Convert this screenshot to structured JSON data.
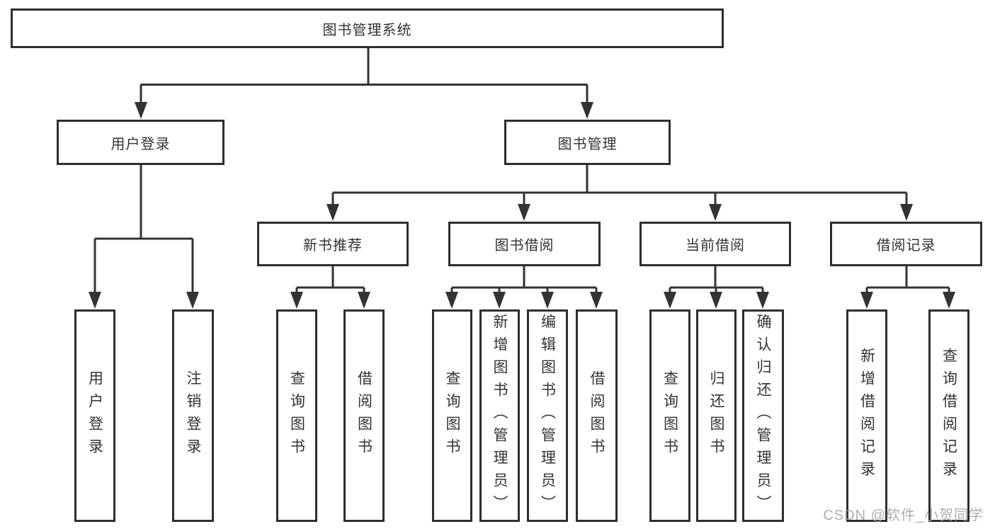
{
  "diagram": {
    "root": {
      "label": "图书管理系统"
    },
    "branches": [
      {
        "label": "用户登录",
        "children": [
          {
            "label": "用户登录"
          },
          {
            "label": "注销登录"
          }
        ]
      },
      {
        "label": "图书管理",
        "children": [
          {
            "label": "新书推荐",
            "children": [
              {
                "label": "查询图书"
              },
              {
                "label": "借阅图书"
              }
            ]
          },
          {
            "label": "图书借阅",
            "children": [
              {
                "label": "查询图书"
              },
              {
                "label": "新增图书（管理员）"
              },
              {
                "label": "编辑图书（管理员）"
              },
              {
                "label": "借阅图书"
              }
            ]
          },
          {
            "label": "当前借阅",
            "children": [
              {
                "label": "查询图书"
              },
              {
                "label": "归还图书"
              },
              {
                "label": "确认归还（管理员）"
              }
            ]
          },
          {
            "label": "借阅记录",
            "children": [
              {
                "label": "新增借阅记录"
              },
              {
                "label": "查询借阅记录"
              }
            ]
          }
        ]
      }
    ]
  },
  "watermark": {
    "text": "CSDN @软件_小贺同学"
  },
  "colors": {
    "line": "#333333",
    "box_border": "#2e2e2e",
    "text": "#333333",
    "watermark": "#a0a0a0",
    "background": "#ffffff"
  }
}
